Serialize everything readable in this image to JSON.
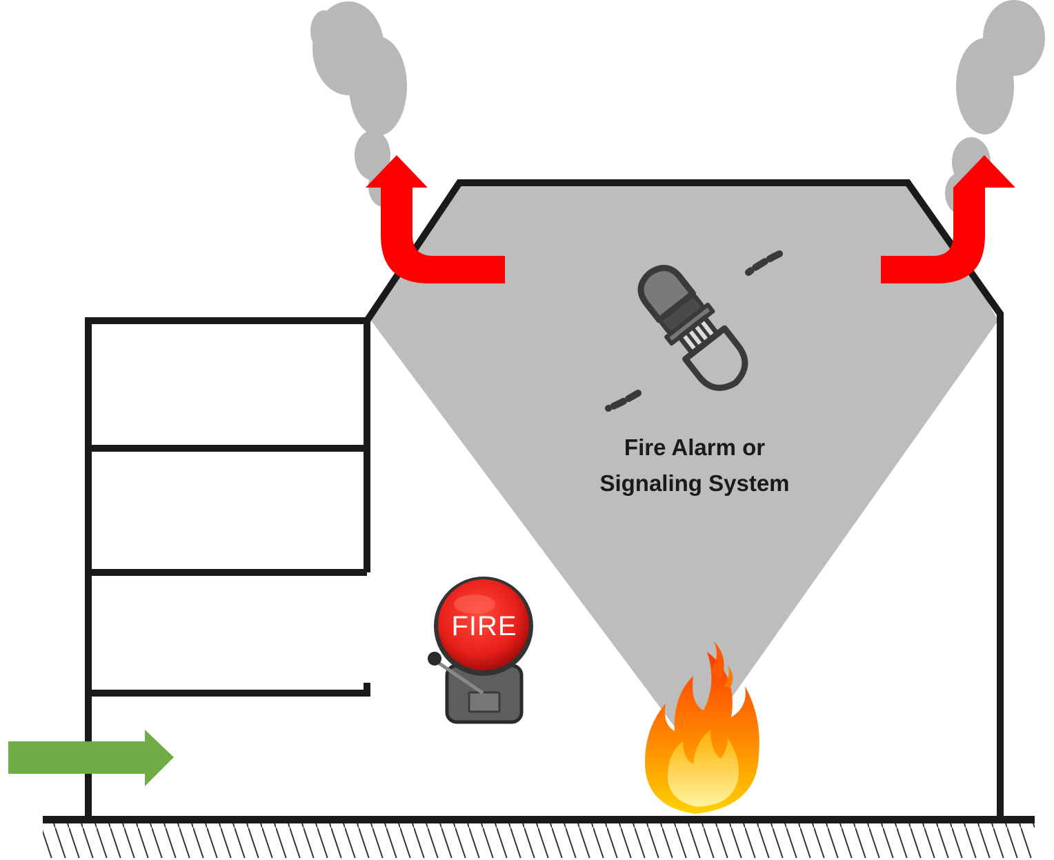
{
  "diagram": {
    "alarm_caption_line1": "Fire Alarm or",
    "alarm_caption_line2": "Signaling System",
    "bell_label": "FIRE"
  },
  "colors": {
    "smoke": "#b8b8b8",
    "cone": "#bdbdbd",
    "vent_arrow": "#ff0000",
    "entry_arrow": "#70ad47",
    "bell_red": "#e8201a",
    "outline": "#1a1a1a"
  },
  "icons": {
    "connector": "plug-connector-icon",
    "bell": "fire-alarm-bell-icon",
    "flame": "fire-flame-icon"
  }
}
